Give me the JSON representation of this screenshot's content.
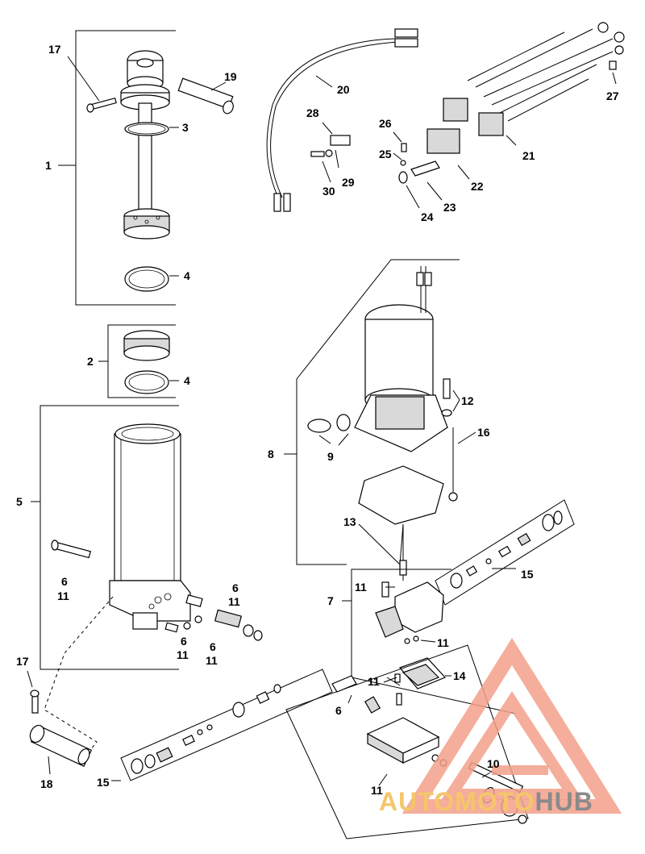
{
  "callouts": {
    "c1": "1",
    "c2": "2",
    "c3": "3",
    "c4a": "4",
    "c4b": "4",
    "c5": "5",
    "c6a": "6",
    "c11a": "11",
    "c6b": "6",
    "c11b": "11",
    "c6c": "6",
    "c11c": "11",
    "c6d": "6",
    "c11d": "11",
    "c6e": "6",
    "c7": "7",
    "c8": "8",
    "c9": "9",
    "c10": "10",
    "c11e": "11",
    "c11f": "11",
    "c11g": "11",
    "c11h": "11",
    "c12": "12",
    "c13": "13",
    "c14": "14",
    "c15a": "15",
    "c15b": "15",
    "c16": "16",
    "c17a": "17",
    "c17b": "17",
    "c18": "18",
    "c19": "19",
    "c20": "20",
    "c21": "21",
    "c22": "22",
    "c23": "23",
    "c24": "24",
    "c25": "25",
    "c26": "26",
    "c27": "27",
    "c28": "28",
    "c29": "29",
    "c30": "30"
  },
  "watermark": {
    "text_part1": "AUTOMOTO",
    "text_part2": "HUB",
    "color_primary": "#f2a08a",
    "color_secondary": "#f5c66a",
    "color_dark": "#8a8a8a"
  },
  "icons": [
    "watermark-logo-icon"
  ]
}
